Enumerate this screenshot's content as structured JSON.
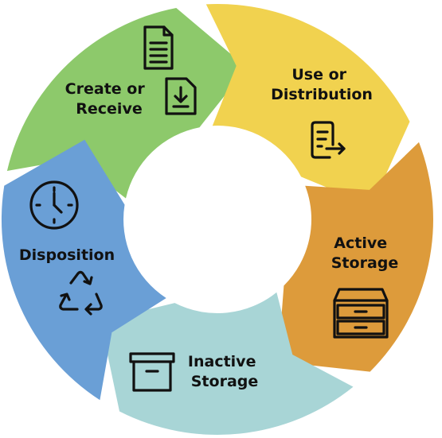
{
  "segments": [
    {
      "id": "create",
      "title_lines": [
        "Create or",
        "Receive"
      ],
      "color": "#8DC96B",
      "icons": [
        "document-icon",
        "download-document-icon"
      ]
    },
    {
      "id": "use",
      "title_lines": [
        "Use or",
        "Distribution"
      ],
      "color": "#F1D24F",
      "icons": [
        "document-share-icon"
      ]
    },
    {
      "id": "active",
      "title_lines": [
        "Active",
        "Storage"
      ],
      "color": "#DD9B3B",
      "icons": [
        "filing-cabinet-icon"
      ]
    },
    {
      "id": "inactive",
      "title_lines": [
        "Inactive",
        "Storage"
      ],
      "color": "#A8D5D6",
      "icons": [
        "archive-box-icon"
      ]
    },
    {
      "id": "disposition",
      "title_lines": [
        "Disposition"
      ],
      "color": "#6A9FD6",
      "icons": [
        "clock-icon",
        "recycle-icon"
      ]
    }
  ]
}
